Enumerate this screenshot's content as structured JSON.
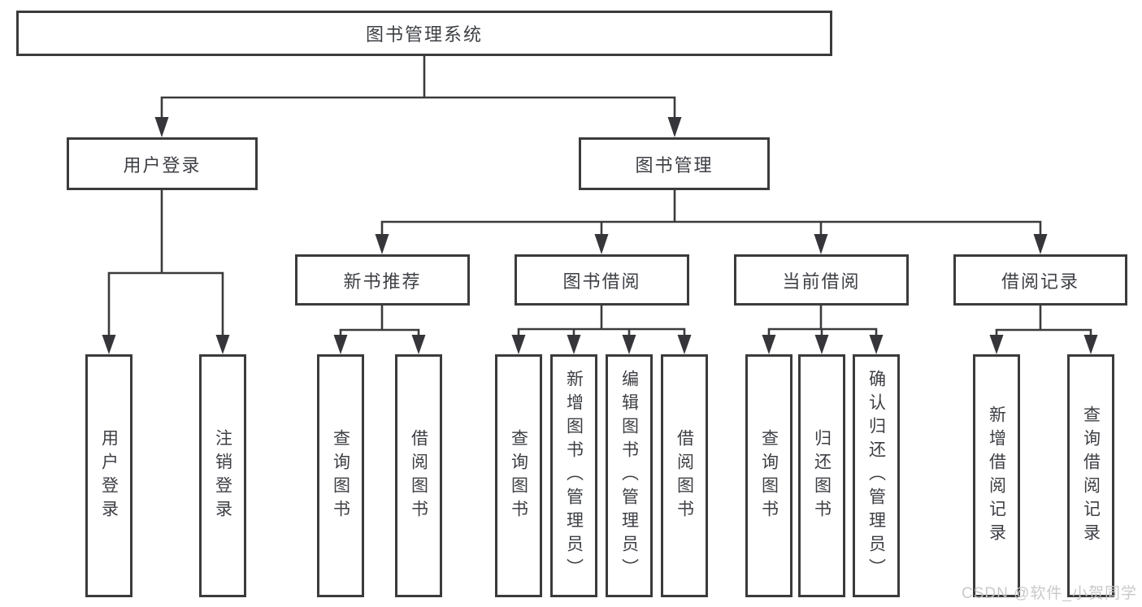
{
  "tree": {
    "root": {
      "label": "图书管理系统"
    },
    "branches": [
      {
        "label": "用户登录",
        "children": [
          {
            "label": "用户登录"
          },
          {
            "label": "注销登录"
          }
        ]
      },
      {
        "label": "图书管理",
        "children": [
          {
            "label": "新书推荐",
            "children": [
              {
                "label": "查询图书"
              },
              {
                "label": "借阅图书"
              }
            ]
          },
          {
            "label": "图书借阅",
            "children": [
              {
                "label": "查询图书"
              },
              {
                "label": "新增图书（管理员）"
              },
              {
                "label": "编辑图书（管理员）"
              },
              {
                "label": "借阅图书"
              }
            ]
          },
          {
            "label": "当前借阅",
            "children": [
              {
                "label": "查询图书"
              },
              {
                "label": "归还图书"
              },
              {
                "label": "确认归还（管理员）"
              }
            ]
          },
          {
            "label": "借阅记录",
            "children": [
              {
                "label": "新增借阅记录"
              },
              {
                "label": "查询借阅记录"
              }
            ]
          }
        ]
      }
    ]
  },
  "watermark": {
    "text": "CSDN @软件_小贺同学"
  },
  "colors": {
    "line": "#3b3b3d",
    "text": "#3d3f44",
    "watermark": "#c6c6c6",
    "background": "#ffffff"
  }
}
